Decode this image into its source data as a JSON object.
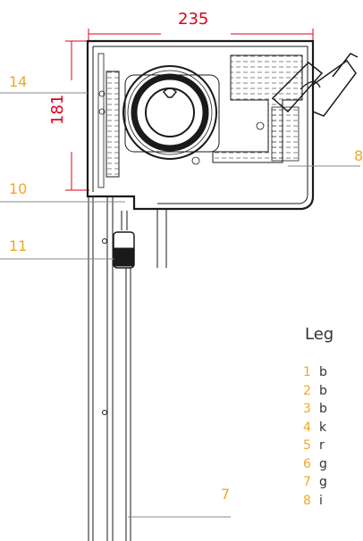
{
  "dimensions": {
    "width": "235",
    "height": "181"
  },
  "callouts": [
    {
      "id": "14",
      "label": "14"
    },
    {
      "id": "10",
      "label": "10"
    },
    {
      "id": "11",
      "label": "11"
    },
    {
      "id": "7",
      "label": "7"
    },
    {
      "id": "8",
      "label": "8"
    }
  ],
  "legend": {
    "title": "Leg",
    "items": [
      {
        "num": "1",
        "text": "b"
      },
      {
        "num": "2",
        "text": "b"
      },
      {
        "num": "3",
        "text": "b"
      },
      {
        "num": "4",
        "text": "k"
      },
      {
        "num": "5",
        "text": "r"
      },
      {
        "num": "6",
        "text": "g"
      },
      {
        "num": "7",
        "text": "g"
      },
      {
        "num": "8",
        "text": "i"
      }
    ]
  },
  "colors": {
    "dimension": "#e2001a",
    "callout": "#f5a623",
    "drawing": "#1a1a1a"
  }
}
